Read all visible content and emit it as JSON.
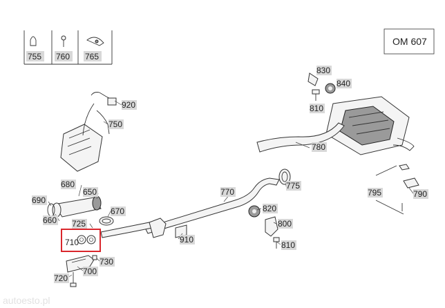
{
  "engine_code": "OM 607",
  "legend_items": [
    "755",
    "760",
    "765"
  ],
  "callouts": {
    "c830": "830",
    "c840": "840",
    "c810a": "810",
    "c920": "920",
    "c750": "750",
    "c780": "780",
    "c775": "775",
    "c795": "795",
    "c790": "790",
    "c680": "680",
    "c650": "650",
    "c690": "690",
    "c660": "660",
    "c670": "670",
    "c770": "770",
    "c820": "820",
    "c800": "800",
    "c810b": "810",
    "c725": "725",
    "c710": "710",
    "c910": "910",
    "c730": "730",
    "c700": "700",
    "c720": "720"
  },
  "watermark": "autoesto.pl",
  "colors": {
    "highlight_box": "#d9262c",
    "label_bg": "#d8d8d8",
    "line": "#333333"
  }
}
